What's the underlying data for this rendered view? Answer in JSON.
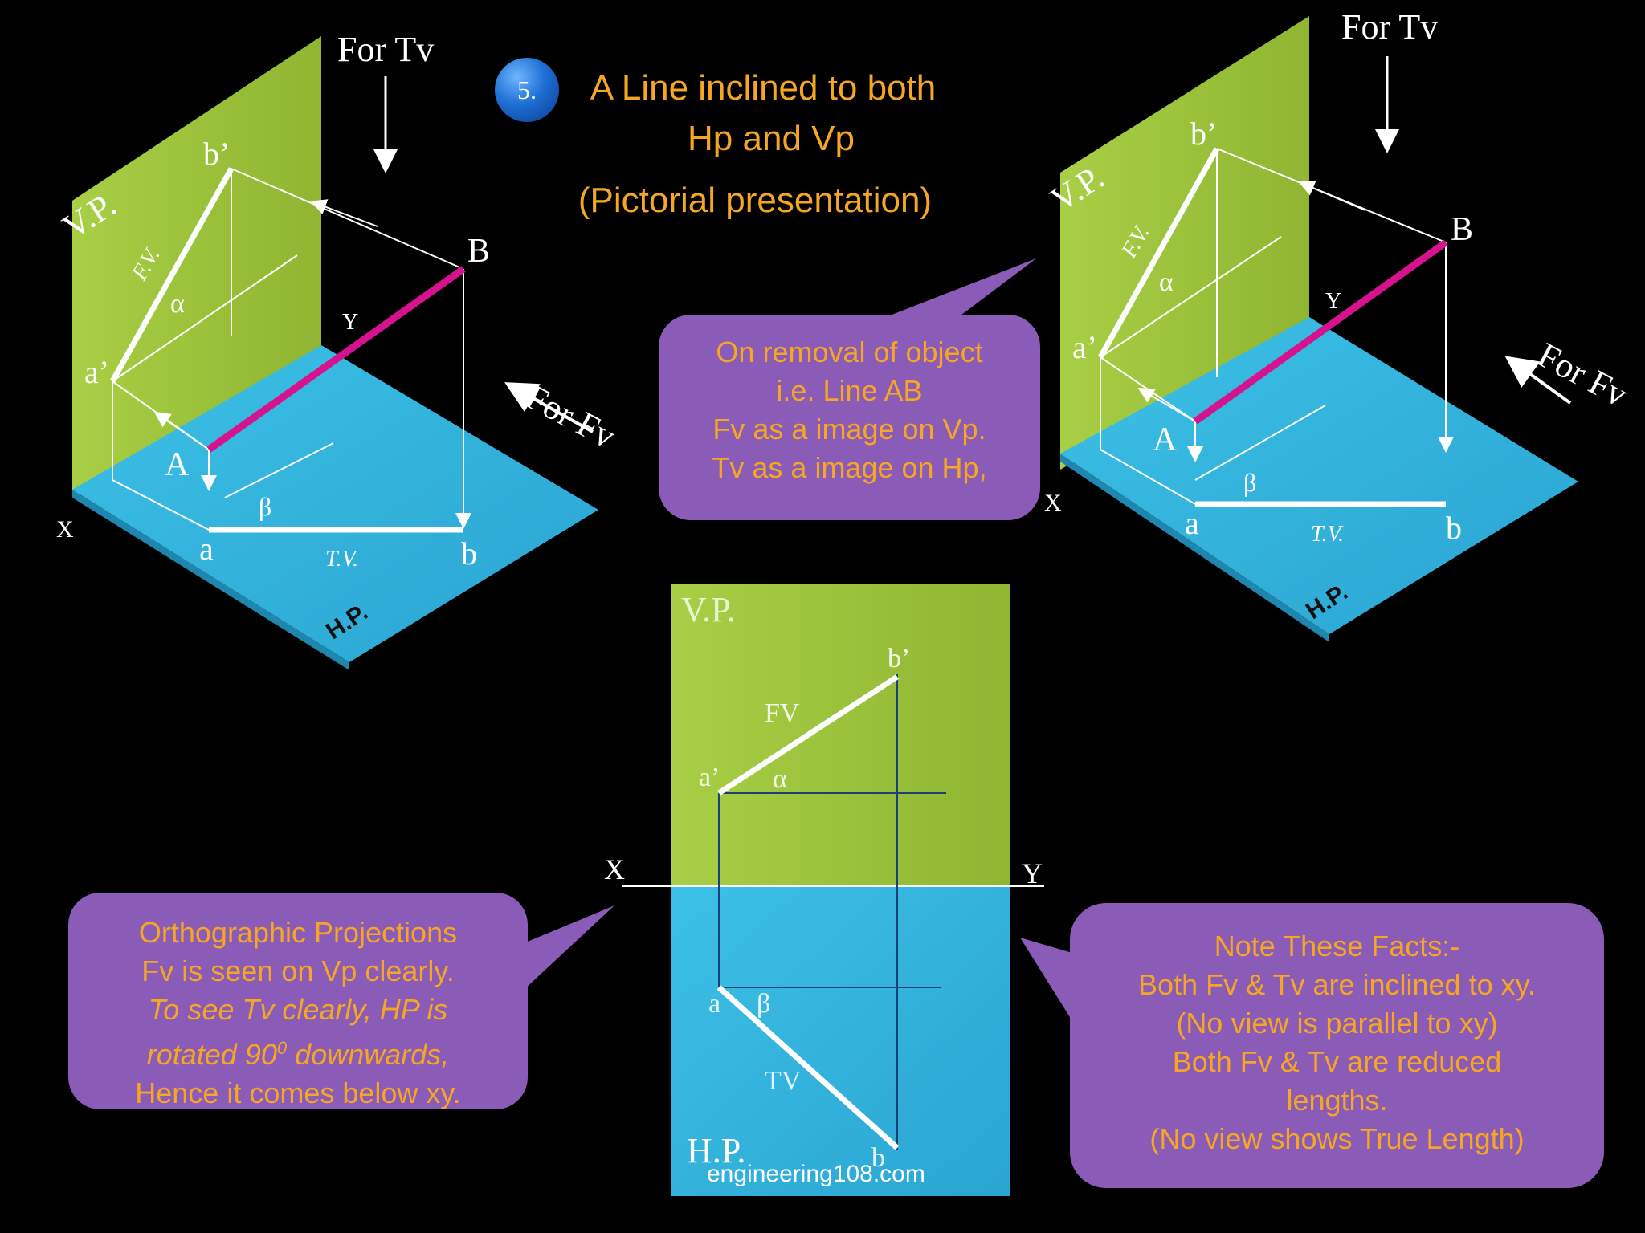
{
  "title": {
    "number": "5.",
    "line1": "A Line inclined to both",
    "line2": "Hp and Vp",
    "line3": "(Pictorial presentation)"
  },
  "left_pictorial": {
    "for_tv": "For Tv",
    "for_fv": "For Fv",
    "vp": "V.P.",
    "hp": "H.P.",
    "fv": "F.V.",
    "tv": "T.V.",
    "alpha": "α",
    "beta": "β",
    "b_prime": "b’",
    "a_prime": "a’",
    "B": "B",
    "A": "A",
    "Y": "Y",
    "X": "X",
    "a": "a",
    "b": "b"
  },
  "right_pictorial": {
    "for_tv": "For Tv",
    "for_fv": "For Fv",
    "vp": "V.P.",
    "hp": "H.P.",
    "fv": "F.V.",
    "tv": "T.V.",
    "alpha": "α",
    "beta": "β",
    "b_prime": "b’",
    "a_prime": "a’",
    "B": "B",
    "A": "A",
    "Y": "Y",
    "X": "X",
    "a": "a",
    "b": "b"
  },
  "removal_bubble": {
    "lines": [
      "On removal of object",
      "i.e. Line AB",
      "Fv as a image on Vp.",
      "Tv as a image on Hp,"
    ]
  },
  "ortho_bubble": {
    "line1": "Orthographic Projections",
    "line2": "Fv is seen on Vp clearly.",
    "line3": "To see Tv clearly, HP is",
    "line4_pre": "rotated 90",
    "line4_sup": "0",
    "line4_post": " downwards,",
    "line5": "Hence it comes below xy."
  },
  "facts_bubble": {
    "lines": [
      "Note These Facts:-",
      "Both Fv & Tv are inclined to xy.",
      "(No view is parallel to xy)",
      "Both Fv & Tv are reduced",
      "lengths.",
      "(No view shows True Length)"
    ]
  },
  "orthographic": {
    "vp": "V.P.",
    "hp": "H.P.",
    "fv": "FV",
    "tv": "TV",
    "b_prime": "b’",
    "a_prime": "a’",
    "alpha": "α",
    "beta": "β",
    "a": "a",
    "b": "b",
    "X": "X",
    "Y": "Y",
    "watermark": "engineering108.com"
  },
  "colors": {
    "background": "#000000",
    "vp_plane": "#9dc23a",
    "hp_plane": "#35b3dc",
    "line_ab": "#d6128f",
    "bubble": "#8b5bb8",
    "bubble_text": "#f5a623",
    "title_text": "#f5a623"
  }
}
